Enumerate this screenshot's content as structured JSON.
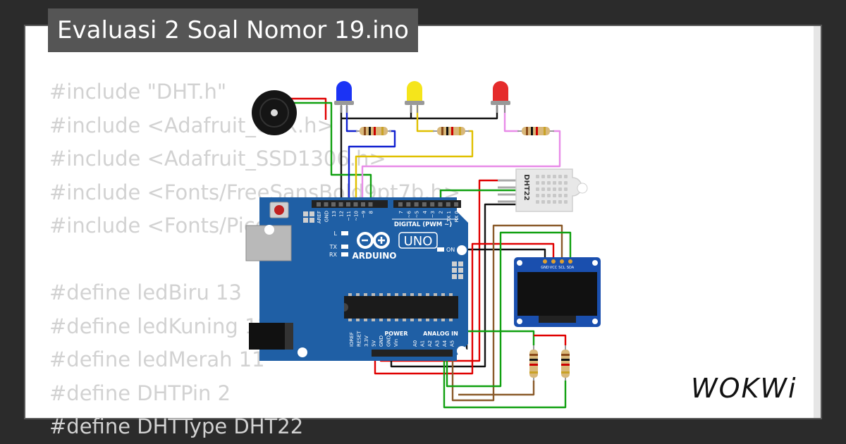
{
  "project_title": "Evaluasi 2 Soal Nomor 19.ino",
  "code_lines": [
    "#include \"DHT.h\"",
    "#include <Adafruit_GFX.h>",
    "#include <Adafruit_SSD1306.h>",
    "#include <Fonts/FreeSansBold9pt7b.h>",
    "#include <Fonts/Pico...",
    "",
    "#define ledBiru 13",
    "#define ledKuning 12",
    "#define ledMerah 11",
    "#define DHTPin 2",
    "#define DHTType DHT22"
  ],
  "brand": "WOKWi",
  "arduino": {
    "logo": "ARDUINO",
    "model": "UNO",
    "digital_label": "DIGITAL (PWM ~)",
    "power_label": "POWER",
    "analog_label": "ANALOG IN",
    "on_label": "ON",
    "top_pins": [
      "AREF",
      "GND",
      "13",
      "12",
      "~11",
      "~10",
      "~9",
      "8",
      "7",
      "~6",
      "~5",
      "4",
      "~3",
      "2",
      "TX 1",
      "RX 0"
    ],
    "power_pins": [
      "IOREF",
      "RESET",
      "3.3V",
      "5V",
      "GND",
      "GND",
      "Vin"
    ],
    "analog_pins": [
      "A0",
      "A1",
      "A2",
      "A3",
      "A4",
      "A5"
    ],
    "leds": [
      "L",
      "TX",
      "RX"
    ]
  },
  "dht_label": "DHT22",
  "oled_pins": [
    "GND",
    "VCC",
    "SCL",
    "SDA"
  ],
  "colors": {
    "led_blue": "#1b33f5",
    "led_yellow": "#f5e51b",
    "led_red": "#e52b2b",
    "board": "#1f5fa5",
    "wire_green": "#10a010",
    "wire_red": "#e00000",
    "wire_black": "#111111",
    "wire_blue": "#1020d0",
    "wire_yellow": "#e0c000",
    "wire_pink": "#e88be8",
    "wire_brown": "#8a5a2a"
  }
}
